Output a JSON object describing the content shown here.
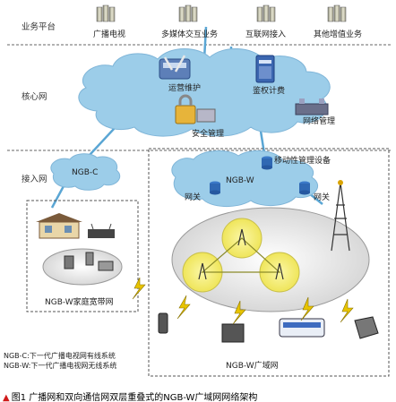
{
  "layers": {
    "business_platform": "业务平台",
    "core_network": "核心网",
    "access_network": "接入网"
  },
  "services": [
    {
      "label": "广播电视",
      "icon": "server-icon"
    },
    {
      "label": "多媒体交互业务",
      "icon": "server-icon"
    },
    {
      "label": "互联网接入",
      "icon": "server-icon"
    },
    {
      "label": "其他增值业务",
      "icon": "server-icon"
    }
  ],
  "core": {
    "ops": "运营维护",
    "billing": "鉴权计费",
    "security": "安全管理",
    "netmgmt": "网络管理"
  },
  "access": {
    "ngb_c": "NGB-C",
    "ngb_w": "NGB-W",
    "mobility": "移动性管理设备",
    "gateway_left": "网关",
    "gateway_right": "网关",
    "home_net": "NGB-W家庭宽带网",
    "wide_net": "NGB-W广域网"
  },
  "legend": {
    "line1": "NGB-C:下一代广播电视网有线系统",
    "line2": "NGB-W:下一代广播电视网无线系统"
  },
  "caption": {
    "marker": "▲",
    "text": "图1  广播网和双向通信网双层重叠式的NGB-W广域网网络架构"
  },
  "colors": {
    "cloud": "#9ccde9",
    "link": "#5aa6d4",
    "cell": "#f3ee7a",
    "dashed": "#555555",
    "caption_marker": "#d01a1a"
  }
}
